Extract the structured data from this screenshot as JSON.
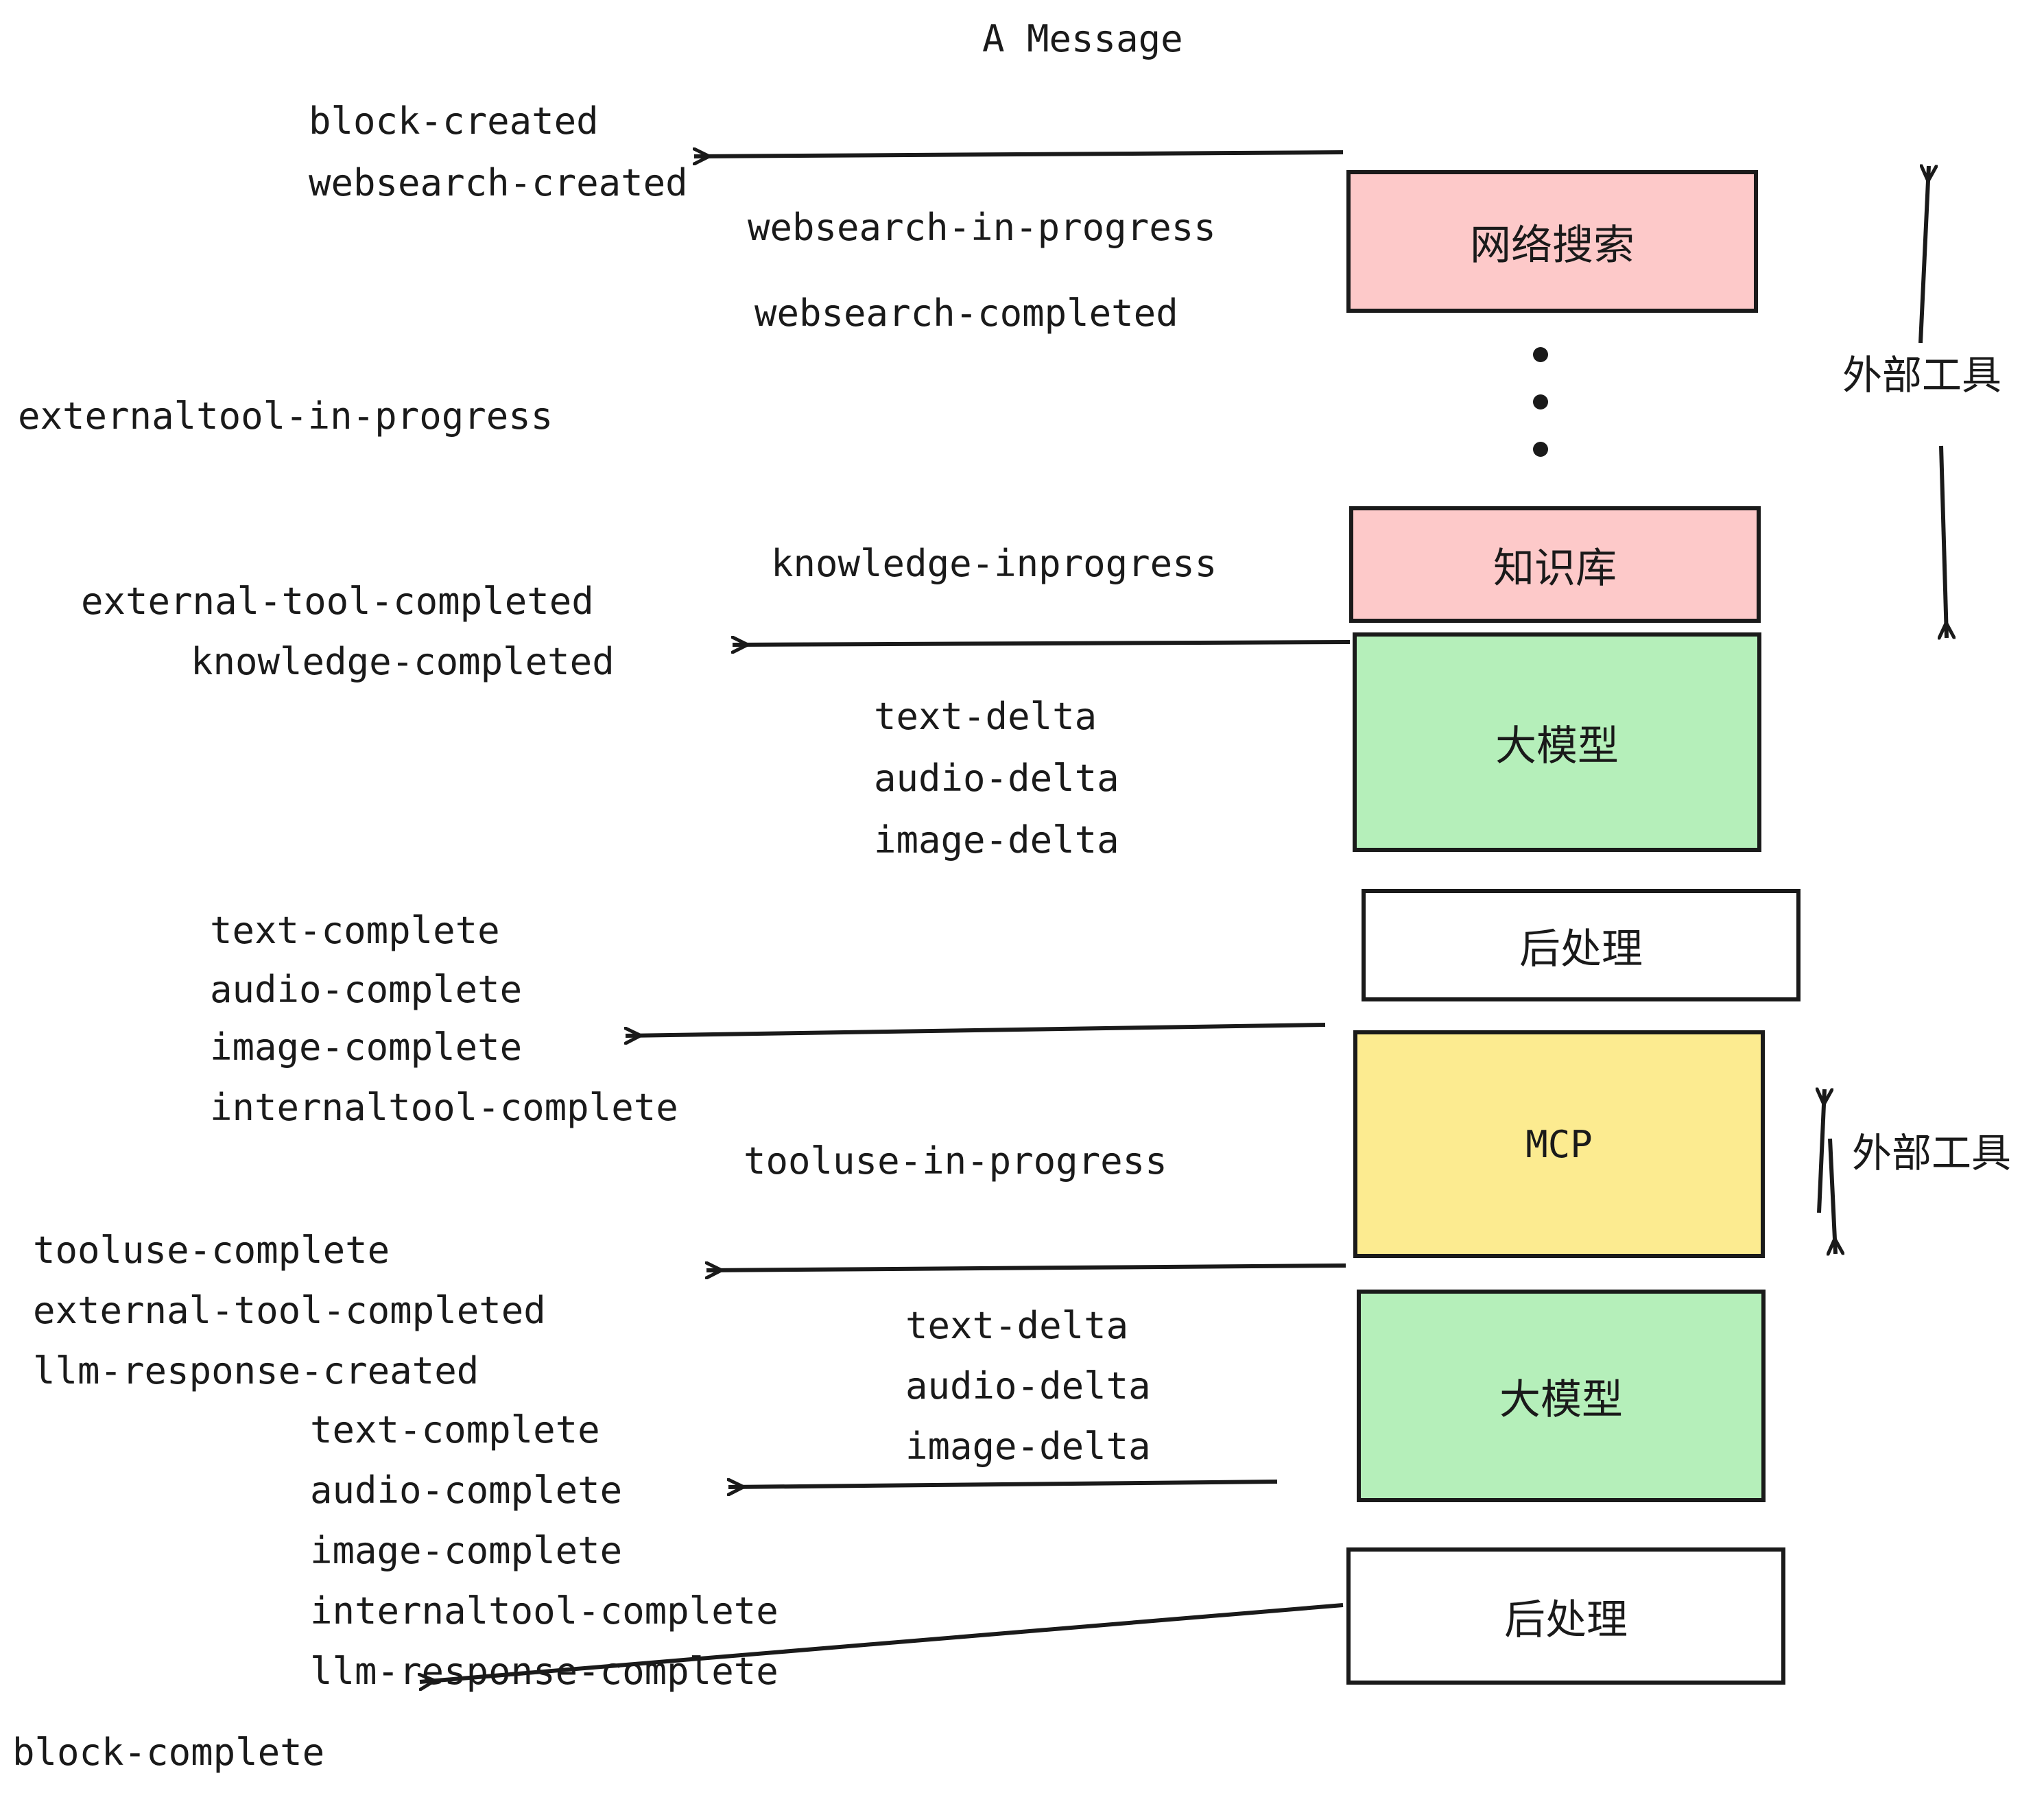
{
  "diagram": {
    "title": "A Message",
    "colors": {
      "pink": "#FDC9C9",
      "green": "#B5EFBA",
      "yellow": "#FCEB90",
      "white": "#FFFFFF",
      "stroke": "#1A1A1A",
      "background": "#FFFFFF"
    }
  },
  "nodes": [
    {
      "id": "websearch",
      "label": "网络搜索",
      "fill": "pink"
    },
    {
      "id": "knowledge",
      "label": "知识库",
      "fill": "pink"
    },
    {
      "id": "llm-1",
      "label": "大模型",
      "fill": "green"
    },
    {
      "id": "postprocess-1",
      "label": "后处理",
      "fill": "white"
    },
    {
      "id": "mcp",
      "label": "MCP",
      "fill": "yellow"
    },
    {
      "id": "llm-2",
      "label": "大模型",
      "fill": "green"
    },
    {
      "id": "postprocess-2",
      "label": "后处理",
      "fill": "white"
    }
  ],
  "group_labels": [
    {
      "id": "external-tools-top",
      "label": "外部工具"
    },
    {
      "id": "external-tools-bottom",
      "label": "外部工具"
    }
  ],
  "events": {
    "block_created": "block-created",
    "websearch_created": "websearch-created",
    "websearch_in_progress": "websearch-in-progress",
    "websearch_completed": "websearch-completed",
    "externaltool_in_progress": "externaltool-in-progress",
    "knowledge_inprogress": "knowledge-inprogress",
    "external_tool_completed_1": "external-tool-completed",
    "knowledge_completed": "knowledge-completed",
    "text_delta_1": "text-delta",
    "audio_delta_1": "audio-delta",
    "image_delta_1": "image-delta",
    "text_complete_1": "text-complete",
    "audio_complete_1": "audio-complete",
    "image_complete_1": "image-complete",
    "internaltool_complete_1": "internaltool-complete",
    "tooluse_in_progress": "tooluse-in-progress",
    "tooluse_complete": "tooluse-complete",
    "external_tool_completed_2": "external-tool-completed",
    "llm_response_created": "llm-response-created",
    "text_delta_2": "text-delta",
    "audio_delta_2": "audio-delta",
    "image_delta_2": "image-delta",
    "text_complete_2": "text-complete",
    "audio_complete_2": "audio-complete",
    "image_complete_2": "image-complete",
    "internaltool_complete_2": "internaltool-complete",
    "llm_response_complete": "llm-response-complete",
    "block_complete": "block-complete"
  }
}
